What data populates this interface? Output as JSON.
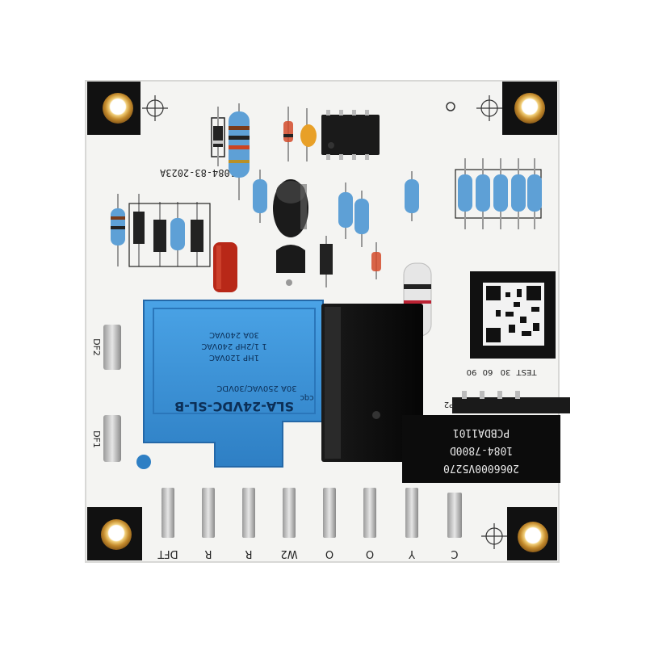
{
  "board": {
    "part_number": "1084-83-2023A",
    "pcb_label_lines": [
      "PCBDA1101",
      "1084-7800D",
      "2066000V5270"
    ],
    "connector_label": "P2",
    "speed_labels": [
      "90",
      "60",
      "30",
      "TEST"
    ],
    "side_labels": [
      "DF2",
      "DF1"
    ],
    "terminal_labels": [
      "DFT",
      "R",
      "R",
      "W2",
      "O",
      "O",
      "Y",
      "C"
    ]
  },
  "relay": {
    "model": "SLA-24VDC-SL-B",
    "line2": "30A 250VAC/30VDC",
    "line3": "1HP 120VAC",
    "line4": "1 1/2HP 240VAC",
    "line5": "30A 240VAC",
    "mark": "cqc"
  },
  "colors": {
    "board": "#f4f4f2",
    "relay_blue": "#3a8fd1",
    "pad_black": "#111111",
    "brass": "#c99a45",
    "capacitor_red": "#b82818",
    "resistor_blue": "#5ea0d6"
  }
}
